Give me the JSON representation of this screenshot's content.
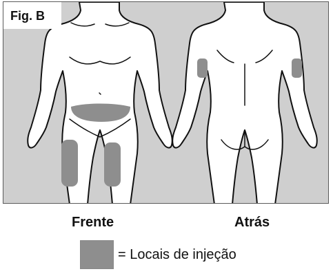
{
  "figure": {
    "label": "Fig. B",
    "captions": {
      "front": "Frente",
      "back": "Atrás"
    },
    "legend": {
      "text": "= Locais de injeção"
    },
    "colors": {
      "panel": "#cfcfcf",
      "body": "#ffffff",
      "outline": "#111111",
      "injection_site": "#8e8e8e"
    }
  }
}
